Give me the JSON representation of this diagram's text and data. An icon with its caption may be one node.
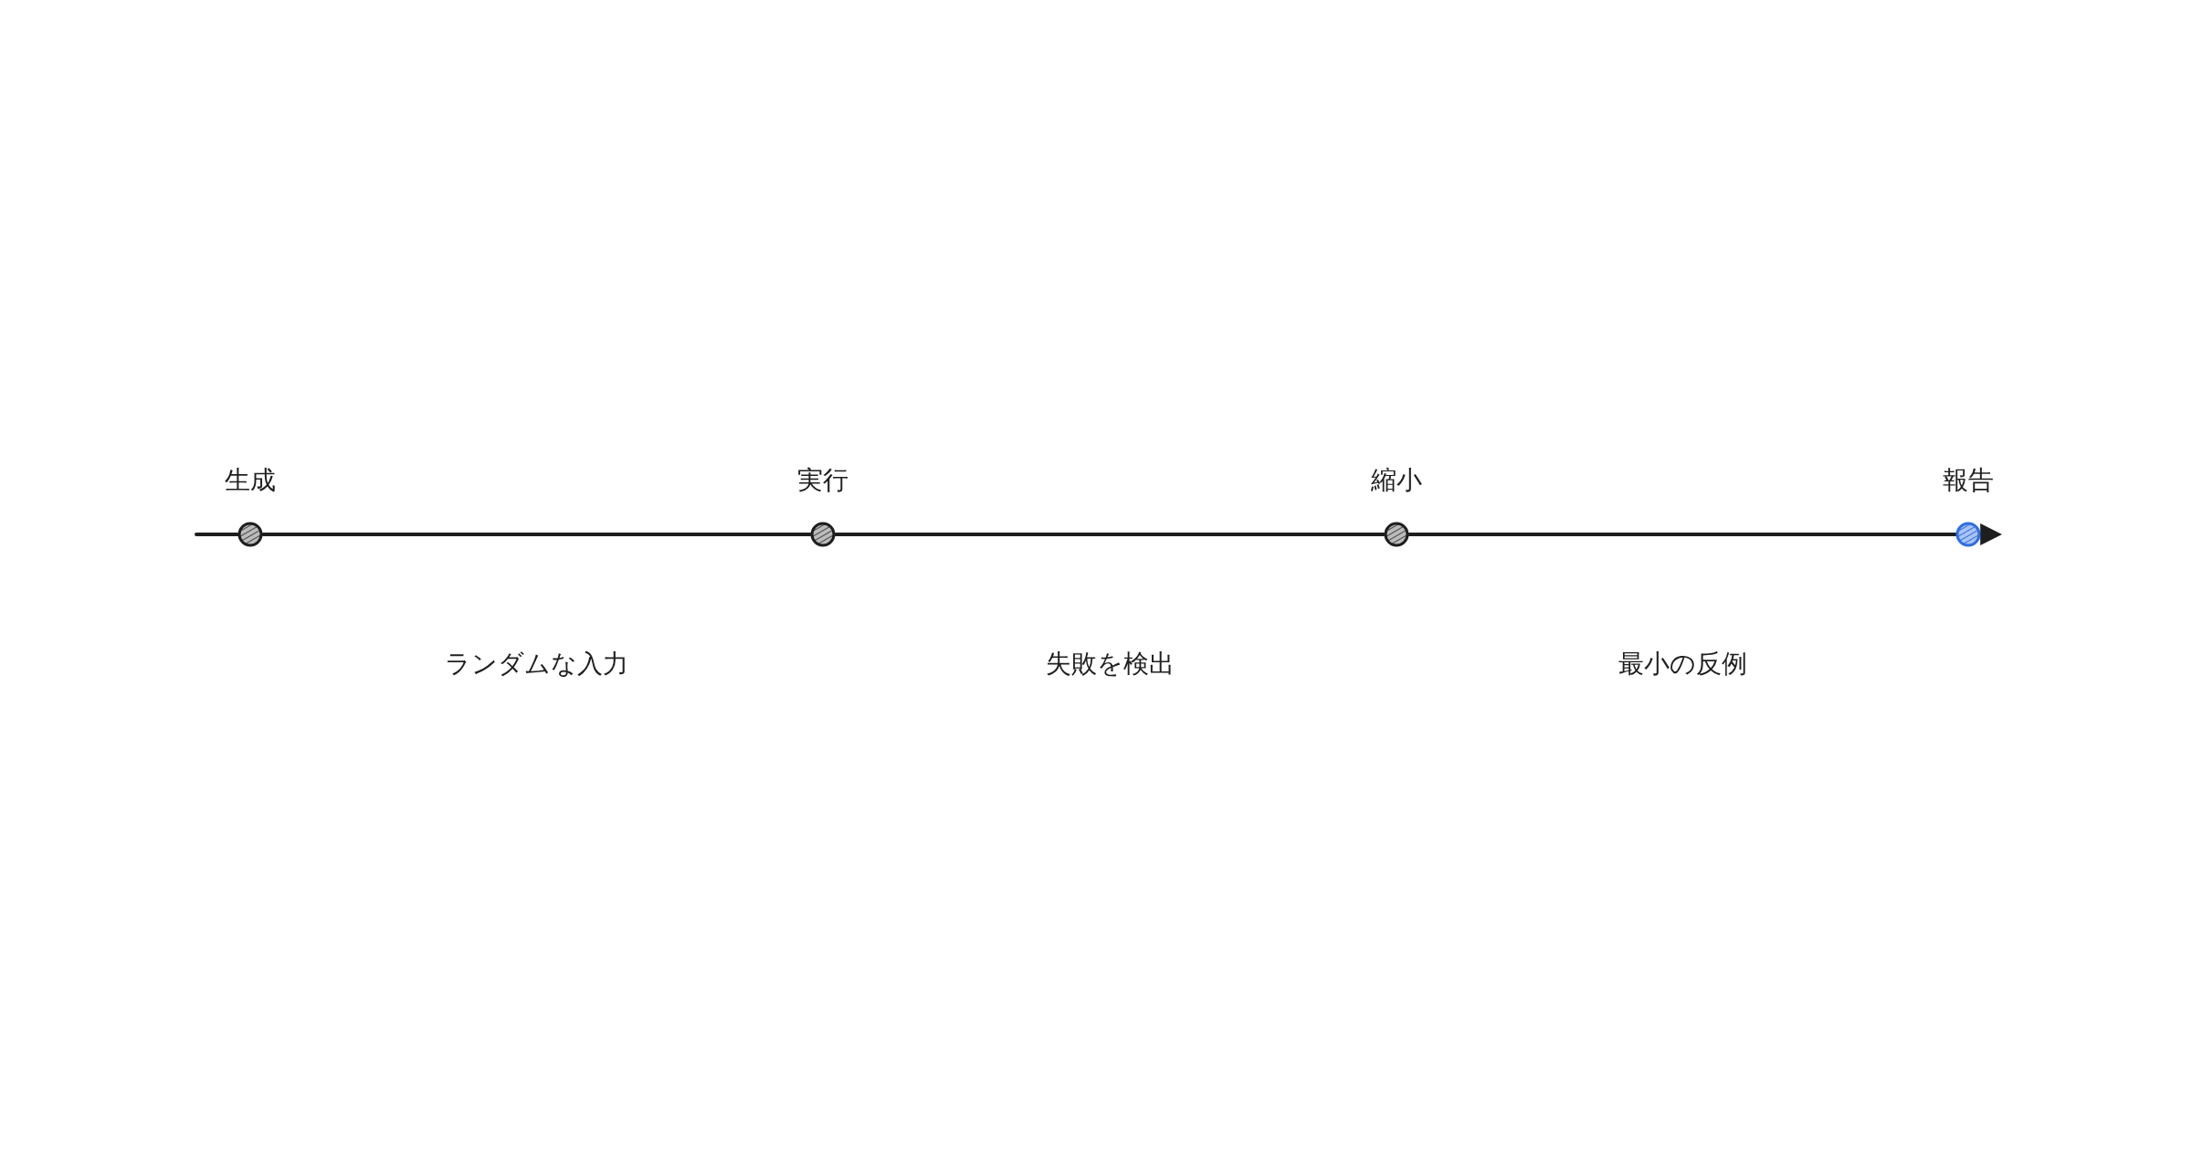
{
  "diagram": {
    "nodes": [
      {
        "text": [
          "生成"
        ]
      },
      {
        "text": [
          "実行"
        ]
      },
      {
        "text": [
          "縮小"
        ]
      },
      {
        "text": [
          "報告"
        ]
      }
    ],
    "edges": [
      {
        "from": null,
        "to": 0,
        "arrow": "none"
      },
      {
        "from": 0,
        "to": 1,
        "label": "ランダムな入力",
        "arrow": "none"
      },
      {
        "from": 1,
        "to": 2,
        "label": "失敗を検出",
        "arrow": "none"
      },
      {
        "from": 2,
        "to": 3,
        "label": "最小の反例",
        "arrow": "to"
      }
    ]
  }
}
